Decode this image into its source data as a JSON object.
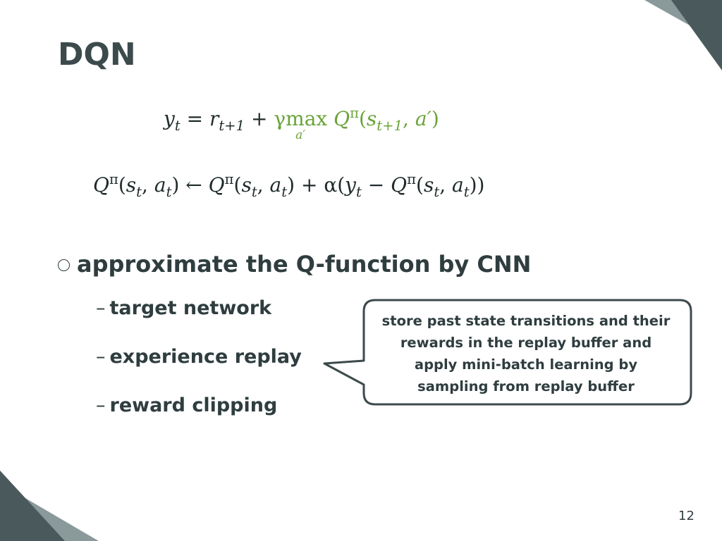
{
  "slide": {
    "title": "DQN",
    "page_number": "12"
  },
  "equations": {
    "eq1": {
      "y": "y",
      "y_sub": "t",
      "equals": "=",
      "r": "r",
      "r_sub": "t+1",
      "plus": "+",
      "gamma": "γ",
      "max": "max",
      "max_sub": "a′",
      "Q": "Q",
      "Q_sup": "π",
      "open": "(",
      "s": "s",
      "s_sub": "t+1",
      "comma": ",",
      "a_prime": "a′",
      "close": ")"
    },
    "eq2": {
      "q1": "Q",
      "q1_sup": "π",
      "q1_args": "(",
      "s1": "s",
      "s1_sub": "t",
      "c1": ",",
      "a1": "a",
      "a1_sub": "t",
      "p1": ")",
      "arrow": "←",
      "q2": "Q",
      "q2_sup": "π",
      "q2_open": "(",
      "s2": "s",
      "s2_sub": "t",
      "c2": ",",
      "a2": "a",
      "a2_sub": "t",
      "p2": ")",
      "plus": "+",
      "alpha": "α",
      "open": "(",
      "y": "y",
      "y_sub": "t",
      "minus": "−",
      "q3": "Q",
      "q3_sup": "π",
      "q3_open": "(",
      "s3": "s",
      "s3_sub": "t",
      "c3": ",",
      "a3": "a",
      "a3_sub": "t",
      "close": "))"
    }
  },
  "bullets": {
    "main": "approximate the Q-function by CNN",
    "dash": "–",
    "items": [
      "target network",
      "experience replay",
      "reward clipping"
    ]
  },
  "callout": {
    "line1": "store past state transitions and their",
    "line2": "rewards in the replay buffer and",
    "line3": "apply mini-batch learning by",
    "line4": "sampling from replay buffer"
  },
  "colors": {
    "dark_teal": "#3c4a4c",
    "light_teal": "#8a9a9b",
    "accent_green": "#6aa338"
  }
}
